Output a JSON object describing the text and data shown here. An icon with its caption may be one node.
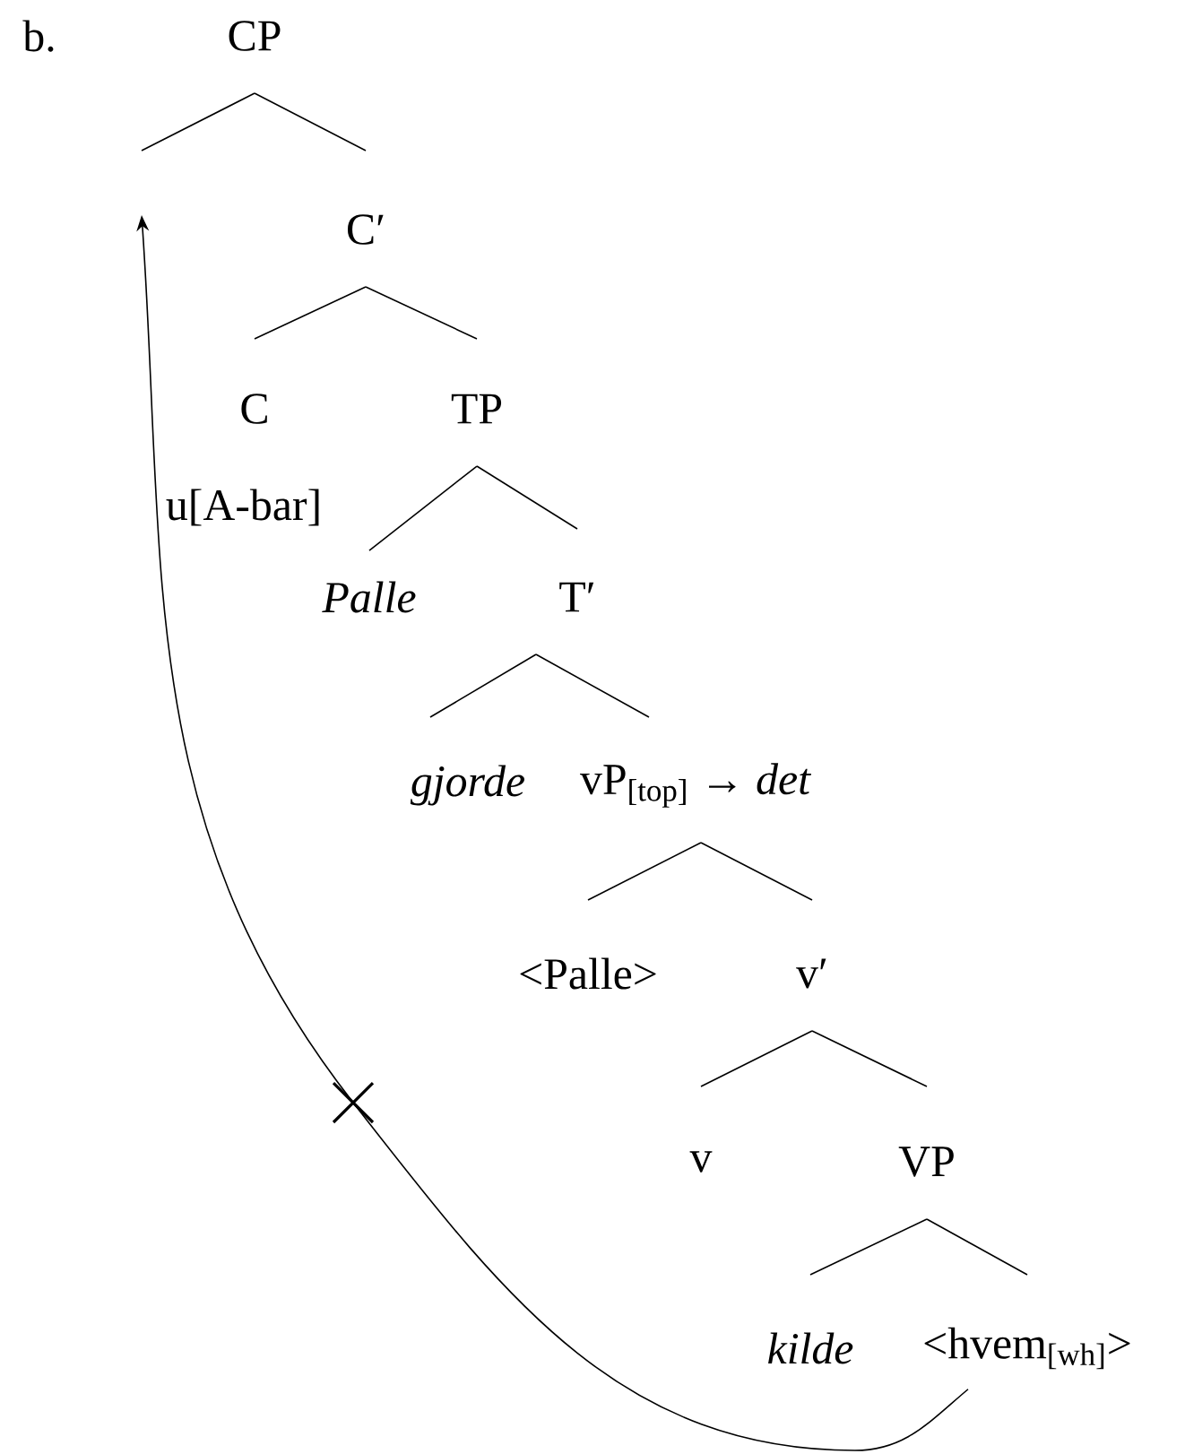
{
  "diagram": {
    "nodes": [
      {
        "text": [
          "CP"
        ]
      },
      {
        "text": [
          "C′"
        ]
      },
      {
        "text": [
          "C"
        ],
        "beside": [
          "u[A-bar]"
        ]
      },
      {
        "text": [
          "TP"
        ]
      },
      {
        "text": [
          "Palle"
        ]
      },
      {
        "text": [
          "T′"
        ]
      },
      {
        "text": [
          "gjorde"
        ]
      },
      {
        "text": [
          "vP$_{[top]}$ → *det*"
        ]
      },
      {
        "text": [
          "<Palle>"
        ]
      },
      {
        "text": [
          "v′"
        ]
      },
      {
        "text": [
          "v"
        ]
      },
      {
        "text": [
          "VP"
        ]
      },
      {
        "text": [
          "kilde"
        ]
      },
      {
        "text": [
          "<hvem$_{[wh]}$>"
        ]
      }
    ],
    "edges": [
      {
        "from": 0,
        "to": null,
        "arrow": "none"
      },
      {
        "from": 0,
        "to": 1,
        "arrow": "none"
      },
      {
        "from": 1,
        "to": 2,
        "arrow": "none"
      },
      {
        "from": 1,
        "to": 3,
        "arrow": "none"
      },
      {
        "from": 3,
        "to": 4,
        "arrow": "none"
      },
      {
        "from": 3,
        "to": 5,
        "arrow": "none"
      },
      {
        "from": 5,
        "to": 6,
        "arrow": "none"
      },
      {
        "from": 5,
        "to": 7,
        "arrow": "none"
      },
      {
        "from": 7,
        "to": 8,
        "arrow": "none"
      },
      {
        "from": 7,
        "to": 9,
        "arrow": "none"
      },
      {
        "from": 9,
        "to": 10,
        "arrow": "none"
      },
      {
        "from": 9,
        "to": 11,
        "arrow": "none"
      },
      {
        "from": 11,
        "to": 12,
        "arrow": "none"
      },
      {
        "from": 11,
        "to": 13,
        "arrow": "none"
      },
      {
        "from": 13,
        "to": null,
        "arrow": "to"
      }
    ],
    "labels": [
      "b."
    ]
  }
}
